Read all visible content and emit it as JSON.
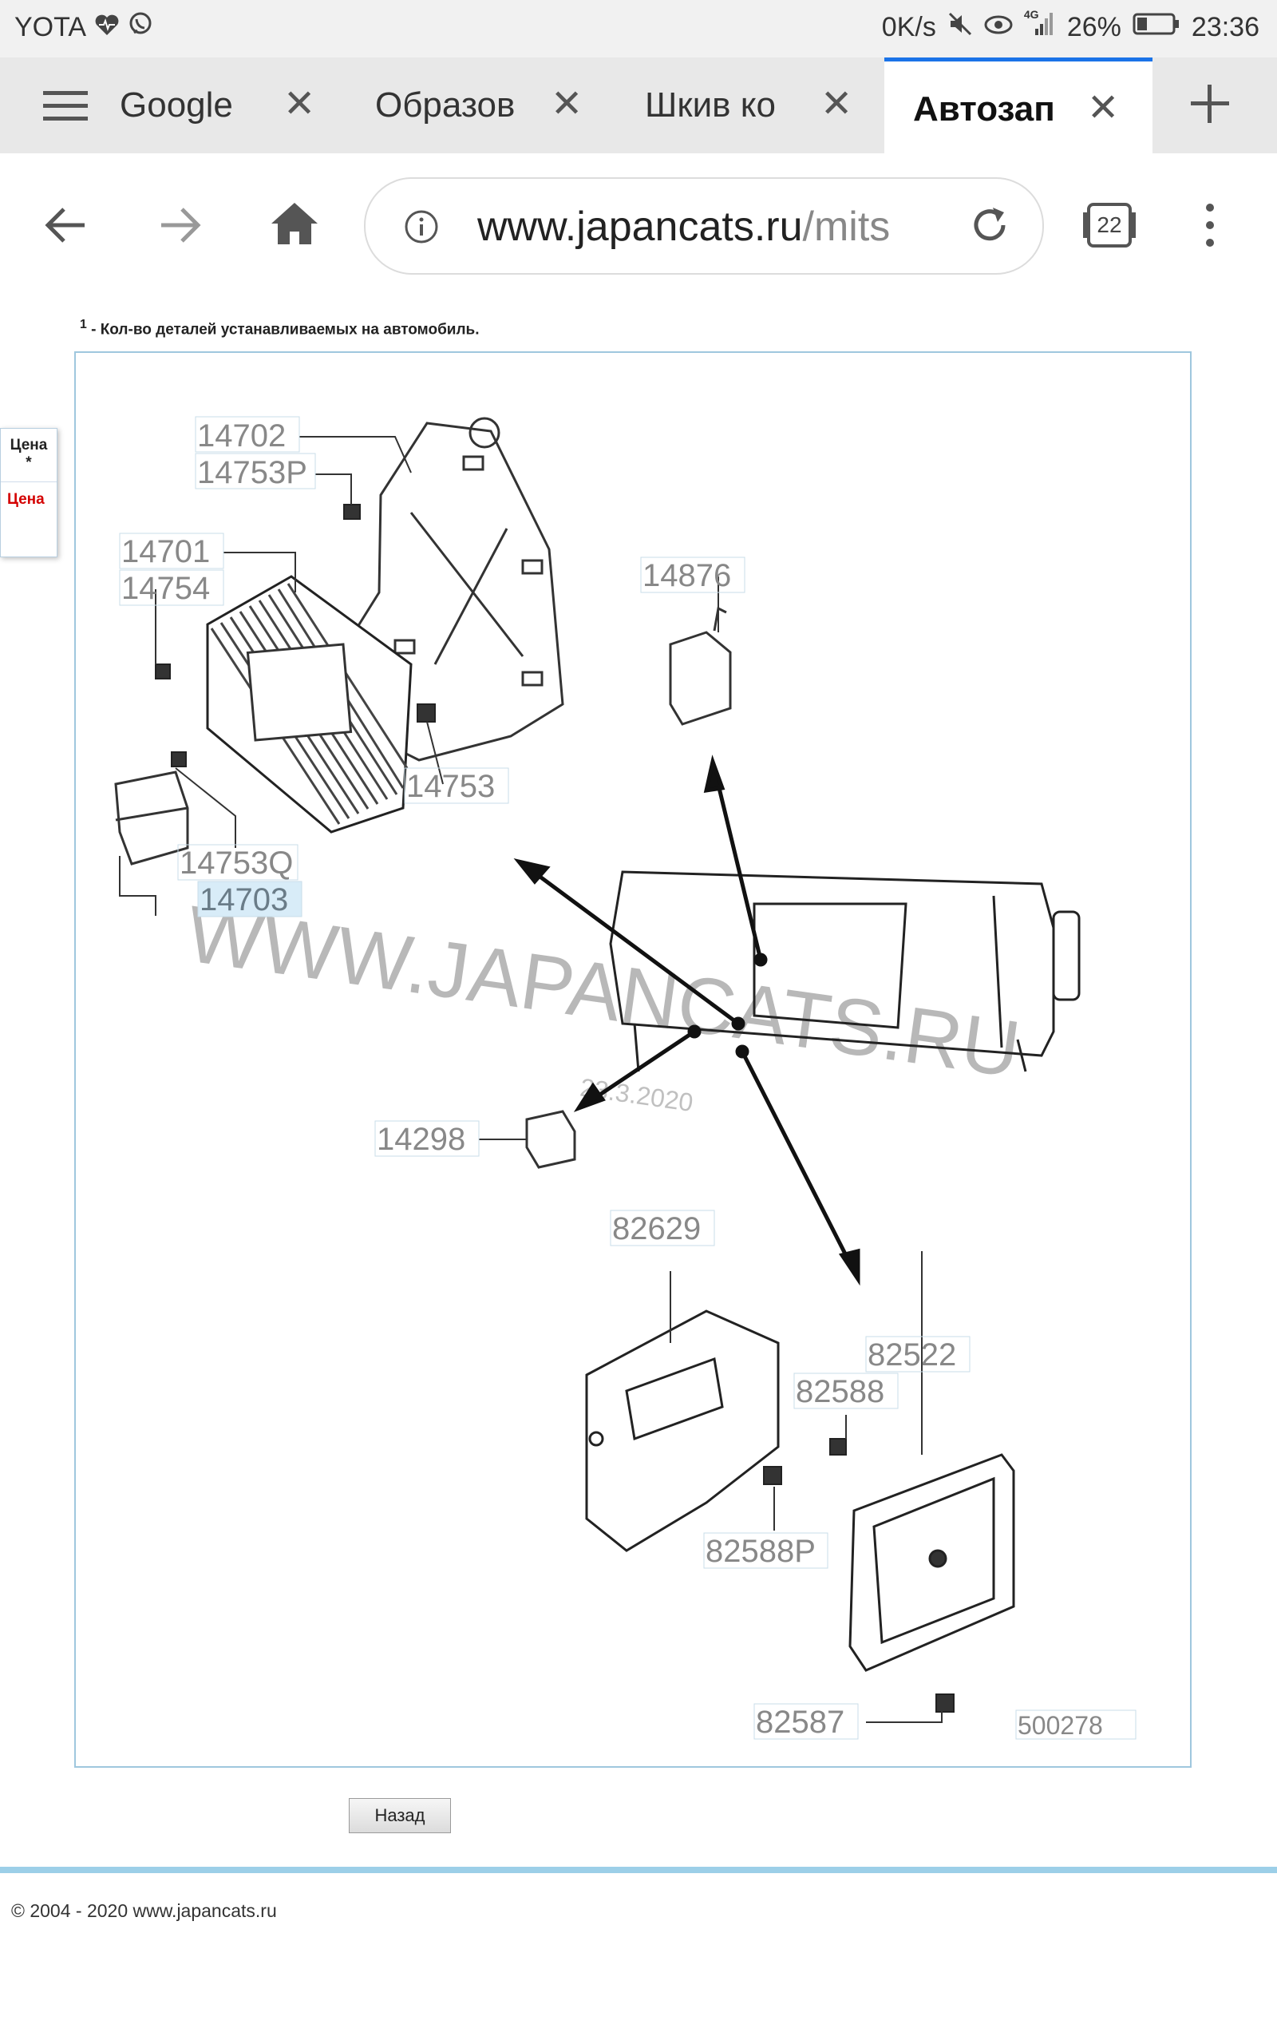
{
  "status_bar": {
    "carrier": "YOTA",
    "net_speed": "0K/s",
    "network": "4G",
    "battery": "26%",
    "time": "23:36"
  },
  "tabs": [
    {
      "label": "Google"
    },
    {
      "label": "Образов"
    },
    {
      "label": "Шкив ко"
    },
    {
      "label": "Автозап"
    }
  ],
  "toolbar": {
    "url_domain": "www.japancats.ru",
    "url_path": "/mits",
    "tab_count": "22"
  },
  "page": {
    "footnote_mark": "1",
    "footnote": " - Кол-во деталей устанавливаемых на автомобиль.",
    "price_header": "Цена",
    "price_asterisk": "*",
    "price_value": "Цена",
    "back_button": "Назад",
    "copyright": "© 2004 - 2020 www.japancats.ru"
  },
  "diagram": {
    "watermark": "WWW.JAPANCATS.RU",
    "date_stamp": "23.3.2020",
    "image_code": "500278",
    "part_numbers": {
      "p14702": "14702",
      "p14753P": "14753P",
      "p14701": "14701",
      "p14754": "14754",
      "p14876": "14876",
      "p14753": "14753",
      "p14753Q": "14753Q",
      "p14703": "14703",
      "p14298": "14298",
      "p82629": "82629",
      "p82522": "82522",
      "p82588": "82588",
      "p82588P": "82588P",
      "p82587": "82587"
    }
  }
}
